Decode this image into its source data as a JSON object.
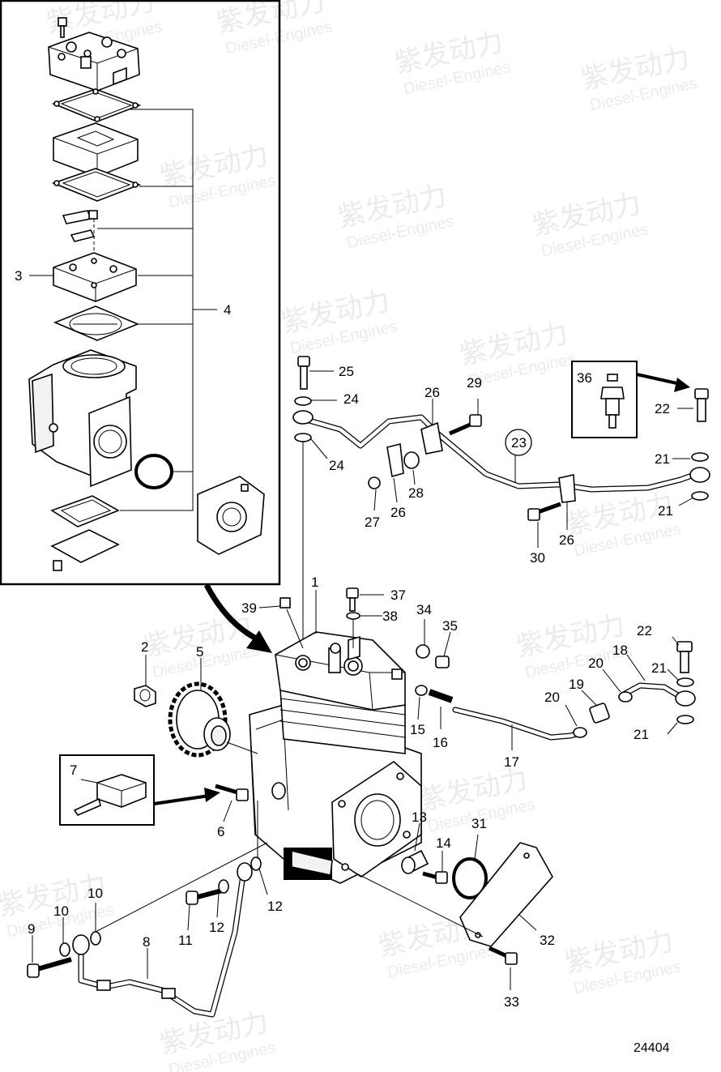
{
  "watermark": {
    "brand": "紫发动力",
    "sub": "Diesel-Engines",
    "color": "#e9ecec"
  },
  "diagram_number": "24404",
  "callouts": {
    "c1": "1",
    "c2": "2",
    "c3": "3",
    "c4": "4",
    "c5": "5",
    "c6": "6",
    "c7": "7",
    "c8": "8",
    "c9": "9",
    "c10a": "10",
    "c10b": "10",
    "c11": "11",
    "c12a": "12",
    "c12b": "12",
    "c13": "13",
    "c14": "14",
    "c15": "15",
    "c16": "16",
    "c17": "17",
    "c18": "18",
    "c19": "19",
    "c20a": "20",
    "c20b": "20",
    "c21a": "21",
    "c21b": "21",
    "c21c": "21",
    "c21d": "21",
    "c22a": "22",
    "c22b": "22",
    "c23": "23",
    "c24a": "24",
    "c24b": "24",
    "c25": "25",
    "c26a": "26",
    "c26b": "26",
    "c26c": "26",
    "c27": "27",
    "c28": "28",
    "c29": "29",
    "c30": "30",
    "c31": "31",
    "c32": "32",
    "c33": "33",
    "c34": "34",
    "c35": "35",
    "c36": "36",
    "c37": "37",
    "c38": "38",
    "c39": "39"
  }
}
